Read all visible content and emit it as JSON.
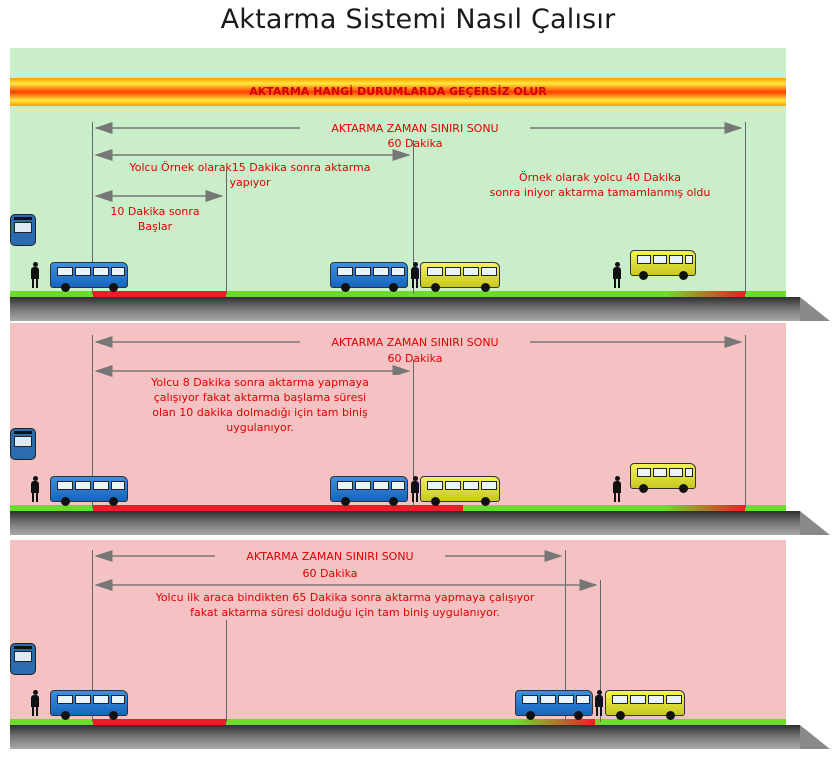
{
  "title": "Aktarma Sistemi Nasıl Çalısır",
  "banner": "AKTARMA HANGİ DURUMLARDA GEÇERSİZ OLUR",
  "scenarios": [
    {
      "limit_label": "AKTARMA ZAMAN SINIRI SONU",
      "limit_value": "60 Dakika",
      "start_note": [
        "10 Dakika sonra",
        "Başlar"
      ],
      "transfer_note": [
        "Yolcu Örnek olarak15 Dakika sonra aktarma",
        "yapıyor"
      ],
      "end_note": [
        "Örnek olarak yolcu 40 Dakika",
        "sonra iniyor aktarma tamamlanmış oldu"
      ]
    },
    {
      "limit_label": "AKTARMA ZAMAN SINIRI SONU",
      "limit_value": "60 Dakika",
      "note": [
        "Yolcu 8 Dakika sonra aktarma yapmaya",
        "çalışıyor  fakat aktarma başlama süresi",
        "olan 10 dakika dolmadığı için tam biniş",
        "uygulanıyor."
      ]
    },
    {
      "limit_label": "AKTARMA ZAMAN SINIRI SONU",
      "limit_value": "60 Dakika",
      "note": [
        "Yolcu ilk araca bindikten 65 Dakika sonra aktarma yapmaya çalışıyor",
        "fakat aktarma süresi dolduğu için tam biniş uygulanıyor."
      ]
    }
  ],
  "colors": {
    "bus_primary": "#1565c0",
    "bus_secondary": "#c8c81e",
    "text": "#e00000",
    "road": "#6bdc2c"
  }
}
